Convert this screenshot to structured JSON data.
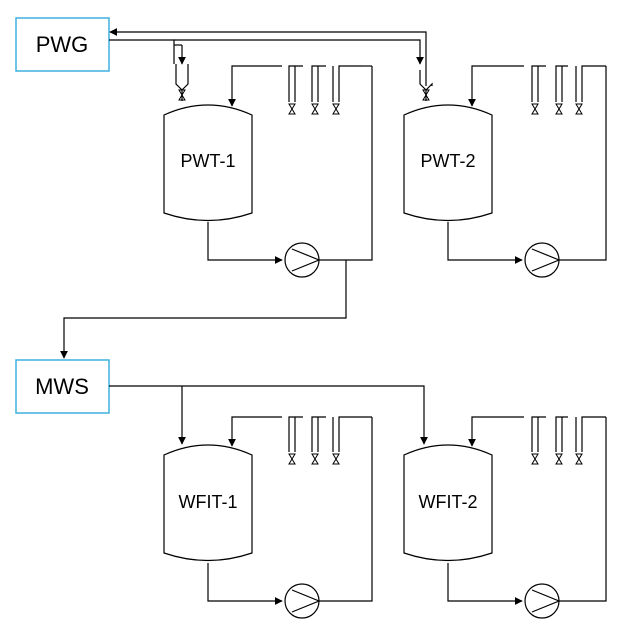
{
  "sources": {
    "pwg": {
      "label": "PWG"
    },
    "mws": {
      "label": "MWS"
    }
  },
  "tanks": {
    "pwt1": {
      "label": "PWT-1"
    },
    "pwt2": {
      "label": "PWT-2"
    },
    "wfit1": {
      "label": "WFIT-1"
    },
    "wfit2": {
      "label": "WFIT-2"
    }
  },
  "colors": {
    "source_box_border": "#3fb0dd",
    "line": "#000000",
    "background": "#ffffff"
  }
}
